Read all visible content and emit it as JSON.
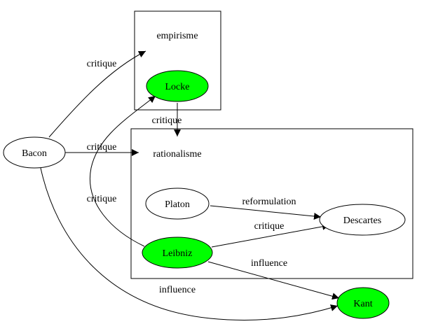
{
  "colors": {
    "highlight_fill": "#00ff00",
    "node_fill": "#ffffff",
    "stroke": "#000000",
    "background": "#ffffff"
  },
  "clusters": {
    "empirisme": {
      "label": "empirisme"
    },
    "rationalisme": {
      "label": "rationalisme"
    }
  },
  "nodes": {
    "bacon": {
      "label": "Bacon",
      "highlighted": false
    },
    "locke": {
      "label": "Locke",
      "highlighted": true
    },
    "platon": {
      "label": "Platon",
      "highlighted": false
    },
    "descartes": {
      "label": "Descartes",
      "highlighted": false
    },
    "leibniz": {
      "label": "Leibniz",
      "highlighted": true
    },
    "kant": {
      "label": "Kant",
      "highlighted": true
    }
  },
  "edges": {
    "bacon_empirisme": {
      "from": "Bacon",
      "to": "empirisme",
      "label": "critique"
    },
    "bacon_rationalisme": {
      "from": "Bacon",
      "to": "rationalisme",
      "label": "critique"
    },
    "locke_rationalisme": {
      "from": "Locke",
      "to": "rationalisme",
      "label": "critique"
    },
    "leibniz_locke": {
      "from": "Leibniz",
      "to": "Locke",
      "label": "critique"
    },
    "platon_descartes": {
      "from": "Platon",
      "to": "Descartes",
      "label": "reformulation"
    },
    "leibniz_descartes": {
      "from": "Leibniz",
      "to": "Descartes",
      "label": "critique"
    },
    "leibniz_kant": {
      "from": "Leibniz",
      "to": "Kant",
      "label": "influence"
    },
    "bacon_kant": {
      "from": "Bacon",
      "to": "Kant",
      "label": "influence"
    }
  }
}
